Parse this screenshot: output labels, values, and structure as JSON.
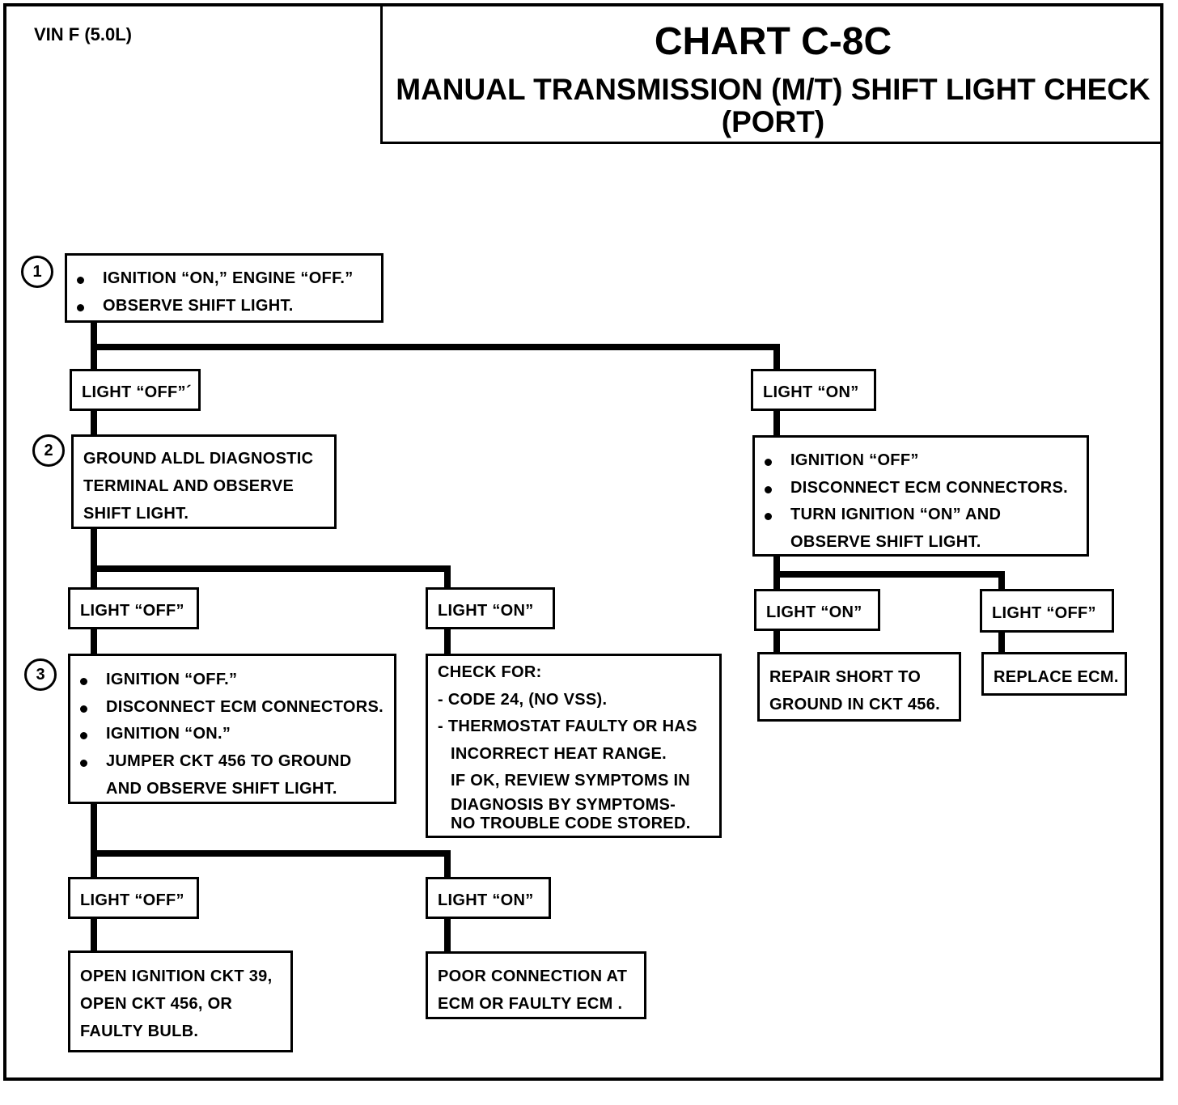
{
  "header": {
    "vin": "VIN F (5.0L)",
    "chart_id": "CHART C-8C",
    "chart_title": "MANUAL TRANSMISSION (M/T) SHIFT LIGHT CHECK",
    "chart_subtitle": "(PORT)"
  },
  "steps": {
    "s1": {
      "number": "1",
      "bullets": [
        "IGNITION “ON,” ENGINE “OFF.”",
        "OBSERVE SHIFT LIGHT."
      ]
    },
    "s2": {
      "number": "2",
      "lines": [
        "GROUND ALDL DIAGNOSTIC",
        "TERMINAL AND OBSERVE",
        "SHIFT LIGHT."
      ]
    },
    "s3": {
      "number": "3",
      "bullets": [
        "IGNITION “OFF.”",
        "DISCONNECT ECM CONNECTORS.",
        "IGNITION “ON.”",
        "JUMPER CKT 456 TO GROUND",
        "AND OBSERVE SHIFT LIGHT."
      ]
    }
  },
  "labels": {
    "l1_off": "LIGHT “OFF”´",
    "l1_on": "LIGHT “ON”",
    "l2_off": "LIGHT “OFF”",
    "l2_on": "LIGHT “ON”",
    "l3_off": "LIGHT “OFF”",
    "l3_on": "LIGHT “ON”",
    "r_on": "LIGHT “ON”",
    "r_off": "LIGHT “OFF”"
  },
  "right_check": {
    "bullets": [
      "IGNITION “OFF”",
      "DISCONNECT ECM CONNECTORS.",
      "TURN IGNITION “ON” AND",
      "OBSERVE SHIFT LIGHT."
    ]
  },
  "check_for": {
    "lines": [
      "CHECK FOR:",
      "- CODE 24, (NO VSS).",
      "- THERMOSTAT FAULTY OR HAS",
      "INCORRECT HEAT RANGE.",
      "IF OK, REVIEW SYMPTOMS IN",
      "DIAGNOSIS BY SYMPTOMS-",
      "NO TROUBLE CODE STORED."
    ]
  },
  "results": {
    "repair_short": [
      "REPAIR SHORT TO",
      "GROUND IN CKT 456."
    ],
    "replace_ecm": [
      "REPLACE ECM."
    ],
    "open_ign": [
      "OPEN IGNITION CKT 39,",
      "OPEN CKT 456, OR",
      "FAULTY BULB."
    ],
    "poor_conn": [
      "POOR CONNECTION AT",
      "ECM OR FAULTY ECM ."
    ]
  }
}
